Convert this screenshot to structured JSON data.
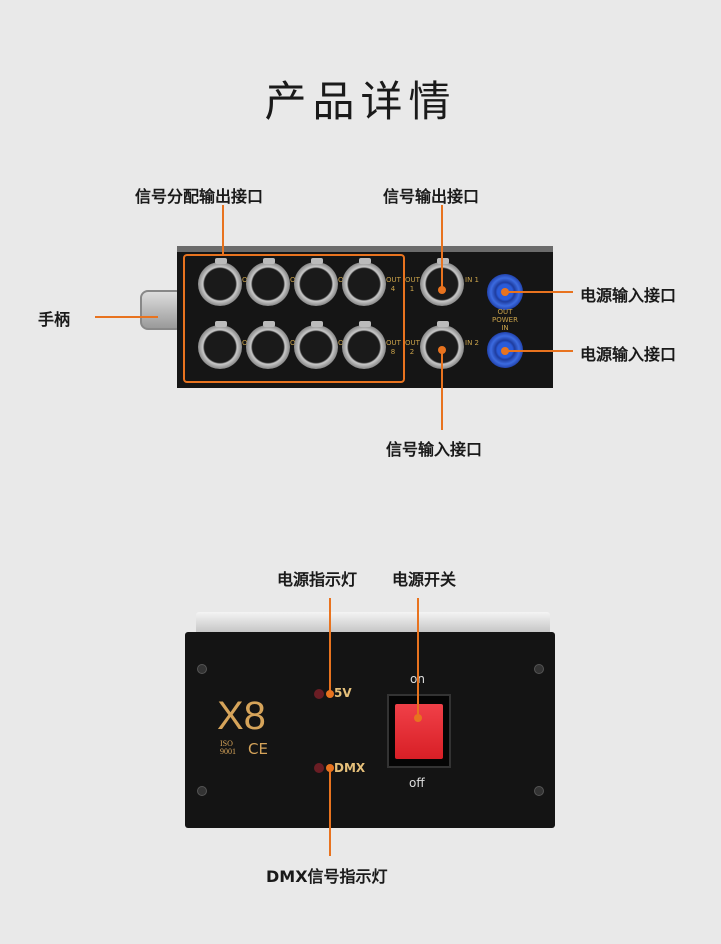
{
  "title": "产品详情",
  "top_view": {
    "labels": {
      "distribution_outputs": "信号分配输出接口",
      "signal_output": "信号输出接口",
      "handle": "手柄",
      "power_input_1": "电源输入接口",
      "power_input_2": "电源输入接口",
      "signal_input": "信号输入接口"
    },
    "outputs_row1": [
      "OUT 1",
      "OUT 2",
      "OUT 3",
      "OUT 4"
    ],
    "outputs_row2": [
      "OUT 5",
      "OUT 6",
      "OUT 7",
      "OUT 8"
    ],
    "thru": {
      "out_a": "OUT 1",
      "in_a": "IN 1",
      "out_b": "OUT 2",
      "in_b": "IN 2"
    },
    "power_text": {
      "out": "OUT",
      "power": "POWER",
      "in": "IN"
    }
  },
  "front_view": {
    "labels": {
      "power_led": "电源指示灯",
      "power_switch": "电源开关",
      "dmx_led": "DMX信号指示灯"
    },
    "model": "X8",
    "iso": "ISO 9001",
    "ce": "CE",
    "led_5v": "5V",
    "led_dmx": "DMX",
    "switch_on": "on",
    "switch_off": "off"
  },
  "colors": {
    "accent": "#e8731f",
    "background": "#e9e9e9",
    "switch": "#e8282d",
    "gold": "#c9a24a"
  }
}
